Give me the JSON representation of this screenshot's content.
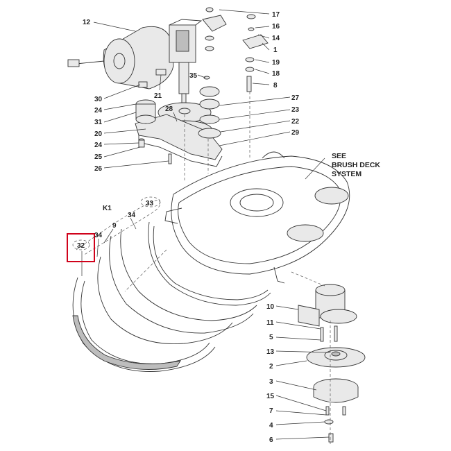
{
  "see_note": [
    "SEE",
    "BRUSH DECK",
    "SYSTEM"
  ],
  "callouts": {
    "c12": "12",
    "c17": "17",
    "c16": "16",
    "c14": "14",
    "c1": "1",
    "c19": "19",
    "c18": "18",
    "c8": "8",
    "c35": "35",
    "c21": "21",
    "c30": "30",
    "c24a": "24",
    "c31": "31",
    "c20": "20",
    "c24b": "24",
    "c25": "25",
    "c26": "26",
    "c28": "28",
    "c27": "27",
    "c23": "23",
    "c22": "22",
    "c29": "29",
    "cK1": "K1",
    "c33": "33",
    "c9": "9",
    "c34a": "34",
    "c34b": "34",
    "c32": "32",
    "c10": "10",
    "c11": "11",
    "c5": "5",
    "c13": "13",
    "c2": "2",
    "c3": "3",
    "c15": "15",
    "c7": "7",
    "c4": "4",
    "c6": "6"
  },
  "highlight": {
    "label": "32",
    "color": "#d0021b"
  },
  "colors": {
    "line": "#333333",
    "highlight": "#d0021b"
  }
}
